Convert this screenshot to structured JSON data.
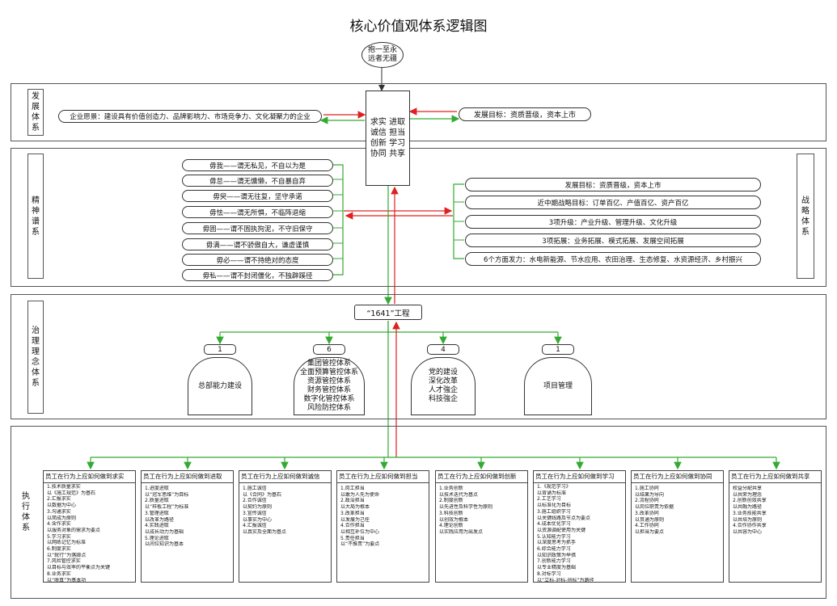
{
  "title": "核心价值观体系逻辑图",
  "top_node": "抱一至永远者无疆",
  "core": "求实 进取 诚信 担当 创新 学习 协同 共享",
  "sections": {
    "development": "发展体系",
    "spirit": "精神谱系",
    "strategy": "战略体系",
    "governance": "治理理念体系",
    "execution": "执行体系"
  },
  "development": {
    "vision": "企业愿景：建设具有价值创造力、品牌影响力、市场竞争力、文化凝聚力的企业",
    "goal": "发展目标：资质晋级，资本上市"
  },
  "spirit_items": [
    "毋我——谓无私见，不自以为是",
    "毋怠——谓无慵懒，不自暴自弃",
    "毋臾——谓无往复，坚守承诺",
    "毋怯——谓无所惧，不临阵退缩",
    "毋固——谓不固执拘泥，不守旧保守",
    "毋满——谓不骄傲自大，谦虚谨慎",
    "毋必——谓不持绝对的态度",
    "毋私——谓不封闭僵化，不独辟蹊径"
  ],
  "strategy_items": [
    "发展目标：资质晋级，资本上市",
    "近中期战略目标：订单百亿、产值百亿、资产百亿",
    "3项升级：产业升级、管理升级、文化升级",
    "3项拓展：业务拓展、模式拓展、发展空间拓展",
    "6个方面发力：水电新能源、节水应用、农田治理、生态修复、水资源经济、乡村振兴"
  ],
  "governance": {
    "project": "“1641”工程",
    "groups": [
      {
        "badge": "1",
        "lines": [
          "总部能力建设"
        ]
      },
      {
        "badge": "6",
        "lines": [
          "集团管控体系",
          "全面预算管控体系",
          "资源管控体系",
          "财务管控体系",
          "数字化管控体系",
          "风险防控体系"
        ]
      },
      {
        "badge": "4",
        "lines": [
          "党的建设",
          "深化改革",
          "人才強企",
          "科技強企"
        ]
      },
      {
        "badge": "1",
        "lines": [
          "项目管理"
        ]
      }
    ]
  },
  "execution": [
    {
      "head": "员工在行为上应如何做到求实",
      "items": [
        "1.技术质量求实",
        "以《施工规范》为基石",
        "2.汇报求实",
        "以数据为中心",
        "3.沟通求实",
        "以简成为原则",
        "4.含作求实",
        "以服务对象的需求为要点",
        "5.学习求实",
        "以网练记忆为标准",
        "6.制度求实",
        "以“就行”为落脚点",
        "7.风险管控求实",
        "以目标与效率的平衡点为关键",
        "8.业务求实",
        "以“脱真”为基本功"
      ]
    },
    {
      "head": "员工在行为上应如何做到进取",
      "items": [
        "1.进度进取",
        "以“冠军思维”为目标",
        "2.质量进取",
        "以“样板工程”为标准",
        "3.管理进取",
        "以改革为路径",
        "4.实践进取",
        "以成长动力为基础",
        "5.理论进取",
        "以间位知识为基本"
      ]
    },
    {
      "head": "员工在行为上应如何做到诚信",
      "items": [
        "1.施工诚信",
        "以《合同》为基石",
        "2.合作诚信",
        "以契约为原则",
        "3.宣传诚信",
        "以事实为中心",
        "4.汇报诚信",
        "以真实及全面为基点"
      ]
    },
    {
      "head": "员工在行为上应如何做到担当",
      "items": [
        "1.岗工担当",
        "以敢为人先为使命",
        "2.政治担当",
        "以大局为根本",
        "3.改革担当",
        "以发展为己任",
        "4.合作担当",
        "以相互补位为中心",
        "5.责任担当",
        "以“不推责”为要点"
      ]
    },
    {
      "head": "员工在行为上应如何做到创新",
      "items": [
        "1.业务创新",
        "以技术迭代为基点",
        "2.制度创新",
        "以先进性及科学性为原则",
        "3.科技创新",
        "以创效为根本",
        "4.理论创新",
        "以实践应用为出发点"
      ]
    },
    {
      "head": "员工在行为上应如何做到学习",
      "items": [
        "1.《规范学习》",
        "以背诵为标准",
        "2.工艺学习",
        "以标准化为目标",
        "3.施工组织学习",
        "以关键线路及节点为要点",
        "4.成本优化学习",
        "以资源调配使用为关键",
        "5.认知能力学习",
        "以深度思考为抓手",
        "6.综合能力学习",
        "以知识政策为举措",
        "7.创新能力学习",
        "以专业精度为基础",
        "8.对标学习",
        "以“立标-对标-创标”为路径"
      ]
    },
    {
      "head": "员工在行为上应如何做到协同",
      "items": [
        "1.施工协同",
        "以结果为导向",
        "2.流程协同",
        "以岗位职责为依据",
        "3.改革协同",
        "以贯通为原则",
        "4.工作协同",
        "以担当为要点"
      ]
    },
    {
      "head": "员工在行为上应如何做到共享",
      "items": [
        "权益分配共享",
        "以共荣为理念",
        "2.创新创效共享",
        "以共融为路径",
        "3.业务技能共享",
        "以共培为原则",
        "4.合作协作共享",
        "以共容为中心"
      ]
    }
  ],
  "colors": {
    "red": "#e02020",
    "green": "#33aa33"
  }
}
